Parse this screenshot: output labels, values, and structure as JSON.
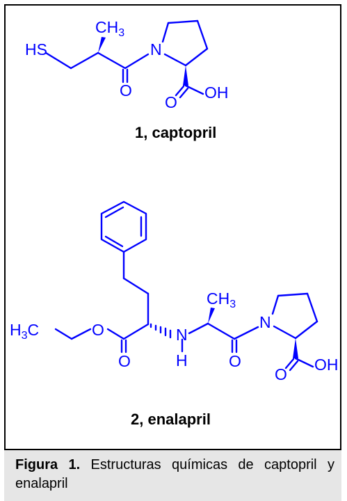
{
  "compound_1": {
    "label": "1, captopril",
    "atoms": {
      "methyl": "CH",
      "methyl_sub": "3",
      "thiol": "HS",
      "nitrogen": "N",
      "carbonyl_o": "O",
      "acid_o": "O",
      "acid_oh": "OH"
    }
  },
  "compound_2": {
    "label": "2, enalapril",
    "atoms": {
      "ethyl": "H",
      "ethyl_sub": "3",
      "ethyl_c": "C",
      "ester_o": "O",
      "ester_carbonyl_o": "O",
      "amine_n": "N",
      "amine_h": "H",
      "methyl": "CH",
      "methyl_sub": "3",
      "nitrogen": "N",
      "carbonyl_o": "O",
      "acid_o": "O",
      "acid_oh": "OH"
    }
  },
  "caption": {
    "prefix": "Figura 1.",
    "text": "Estructuras químicas de captopril y enalapril"
  },
  "colors": {
    "structure": "#0000ff",
    "caption_bg": "#e6e6e6",
    "border": "#000000"
  }
}
